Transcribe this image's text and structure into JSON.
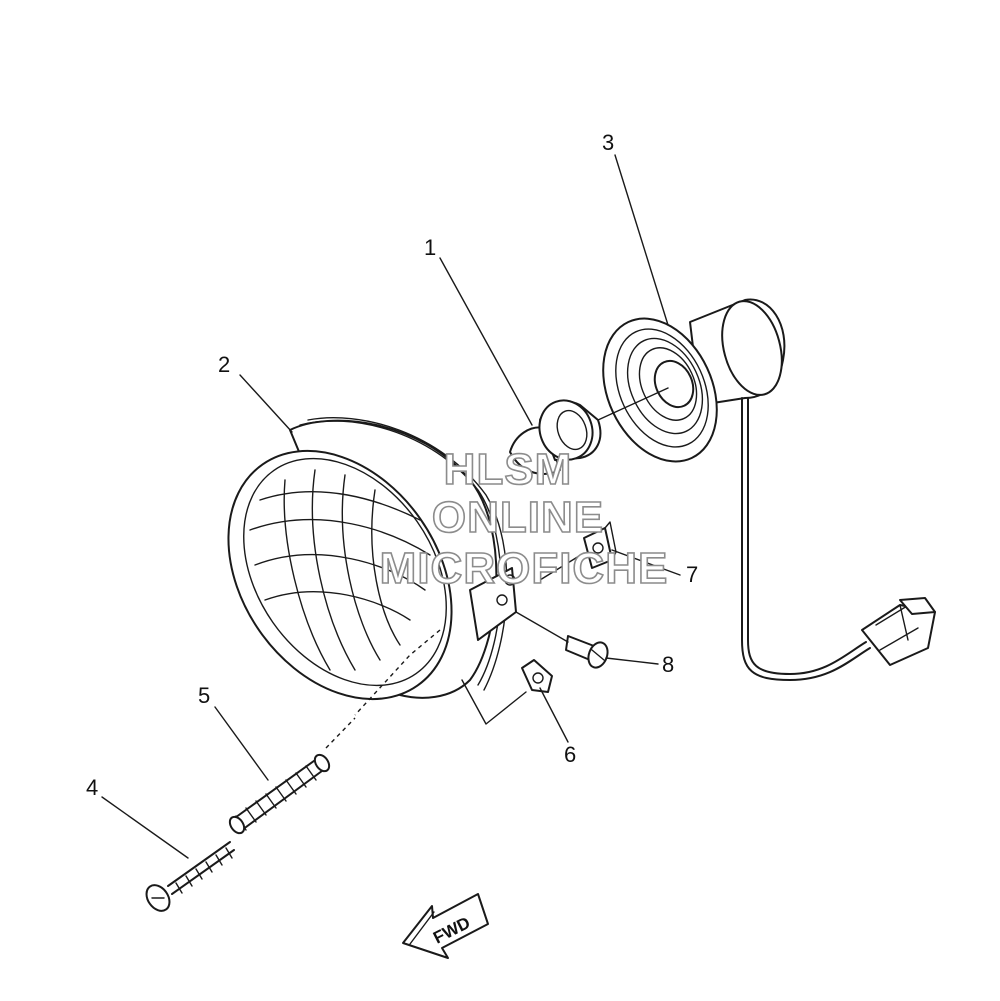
{
  "callouts": [
    {
      "id": "1",
      "label": "1"
    },
    {
      "id": "2",
      "label": "2"
    },
    {
      "id": "3",
      "label": "3"
    },
    {
      "id": "4",
      "label": "4"
    },
    {
      "id": "5",
      "label": "5"
    },
    {
      "id": "6",
      "label": "6"
    },
    {
      "id": "7",
      "label": "7"
    },
    {
      "id": "8",
      "label": "8"
    }
  ],
  "watermark": {
    "line1": "HLSM",
    "line2": "ONLINE",
    "line3": "MICROFICHE"
  },
  "direction_arrow": {
    "label": "FWD"
  }
}
